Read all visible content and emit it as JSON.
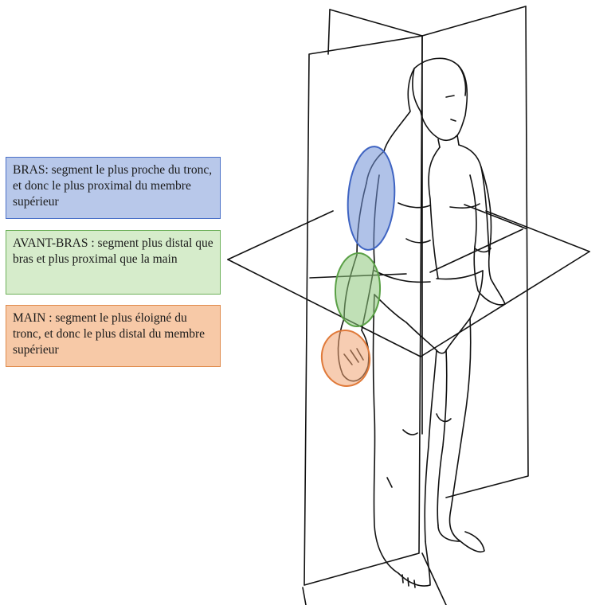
{
  "legend": {
    "bras": {
      "text": "BRAS: segment le plus proche du tronc, et donc le plus proximal du membre supérieur",
      "fill": "#b8c8ea",
      "border": "#4a70c8"
    },
    "avant_bras": {
      "text": "AVANT-BRAS : segment plus distal que bras et plus proximal que la main",
      "fill": "#d6eccb",
      "border": "#6db05a"
    },
    "main": {
      "text": "MAIN : segment le plus éloigné du tronc, et donc le plus distal du membre supérieur",
      "fill": "#f7c9a7",
      "border": "#e08a4c"
    }
  },
  "highlights": {
    "bras": {
      "fill": "#6f8fd6",
      "stroke": "#3f64c2",
      "opacity": 0.55
    },
    "avant_bras": {
      "fill": "#8cc77a",
      "stroke": "#5aa046",
      "opacity": 0.55
    },
    "main": {
      "fill": "#f0a473",
      "stroke": "#e07a3a",
      "opacity": 0.55
    }
  },
  "line_color": "#111111"
}
